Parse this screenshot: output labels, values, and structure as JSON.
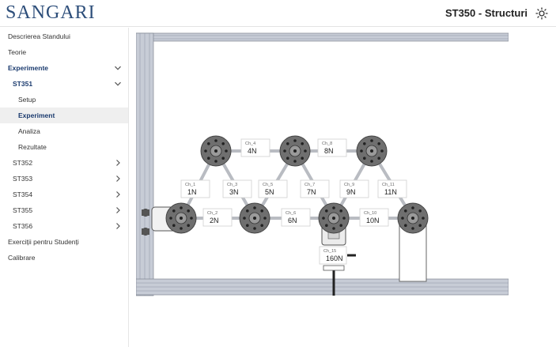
{
  "app": {
    "logo": "SANGARI",
    "title": "ST350 - Structuri"
  },
  "sidebar": {
    "items": [
      {
        "label": "Descrierea Standului",
        "level": 0,
        "chevron": ""
      },
      {
        "label": "Teorie",
        "level": 0,
        "chevron": ""
      },
      {
        "label": "Experimente",
        "level": 0,
        "chevron": "down",
        "section": true
      },
      {
        "label": "ST351",
        "level": 1,
        "chevron": "down",
        "section": true
      },
      {
        "label": "Setup",
        "level": 2,
        "chevron": ""
      },
      {
        "label": "Experiment",
        "level": 2,
        "chevron": "",
        "active": true
      },
      {
        "label": "Analiza",
        "level": 2,
        "chevron": ""
      },
      {
        "label": "Rezultate",
        "level": 2,
        "chevron": ""
      },
      {
        "label": "ST352",
        "level": 1,
        "chevron": "right"
      },
      {
        "label": "ST353",
        "level": 1,
        "chevron": "right"
      },
      {
        "label": "ST354",
        "level": 1,
        "chevron": "right"
      },
      {
        "label": "ST355",
        "level": 1,
        "chevron": "right"
      },
      {
        "label": "ST356",
        "level": 1,
        "chevron": "right"
      },
      {
        "label": "Exerciții pentru Studenți",
        "level": 0,
        "chevron": ""
      },
      {
        "label": "Calibrare",
        "level": 0,
        "chevron": ""
      }
    ]
  },
  "channels": [
    {
      "id": "ch1",
      "name": "Ch_1",
      "value": "1N"
    },
    {
      "id": "ch2",
      "name": "Ch_2",
      "value": "2N"
    },
    {
      "id": "ch3",
      "name": "Ch_3",
      "value": "3N"
    },
    {
      "id": "ch4",
      "name": "Ch_4",
      "value": "4N"
    },
    {
      "id": "ch5",
      "name": "Ch_5",
      "value": "5N"
    },
    {
      "id": "ch6",
      "name": "Ch_6",
      "value": "6N"
    },
    {
      "id": "ch7",
      "name": "Ch_7",
      "value": "7N"
    },
    {
      "id": "ch8",
      "name": "Ch_8",
      "value": "8N"
    },
    {
      "id": "ch9",
      "name": "Ch_9",
      "value": "9N"
    },
    {
      "id": "ch10",
      "name": "Ch_10",
      "value": "10N"
    },
    {
      "id": "ch11",
      "name": "Ch_11",
      "value": "11N"
    },
    {
      "id": "ch15",
      "name": "Ch_15",
      "value": "160N"
    }
  ],
  "colors": {
    "accent": "#1a3a6e",
    "frame": "#c7ccd6",
    "frame_dark": "#7f8592",
    "disk": "#6f6f6f",
    "disk_light": "#9a9a9a"
  }
}
